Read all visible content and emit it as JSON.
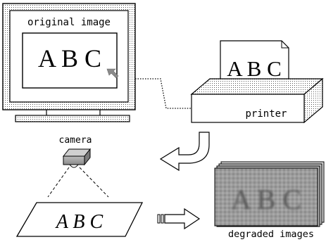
{
  "monitor": {
    "title": "original image",
    "screen_text": "A B C"
  },
  "printer": {
    "label": "printer",
    "paper_text": "A B C"
  },
  "camera": {
    "label": "camera"
  },
  "paper": {
    "text": "A B C"
  },
  "output": {
    "label": "degraded images",
    "blurred_text": "A B C"
  }
}
